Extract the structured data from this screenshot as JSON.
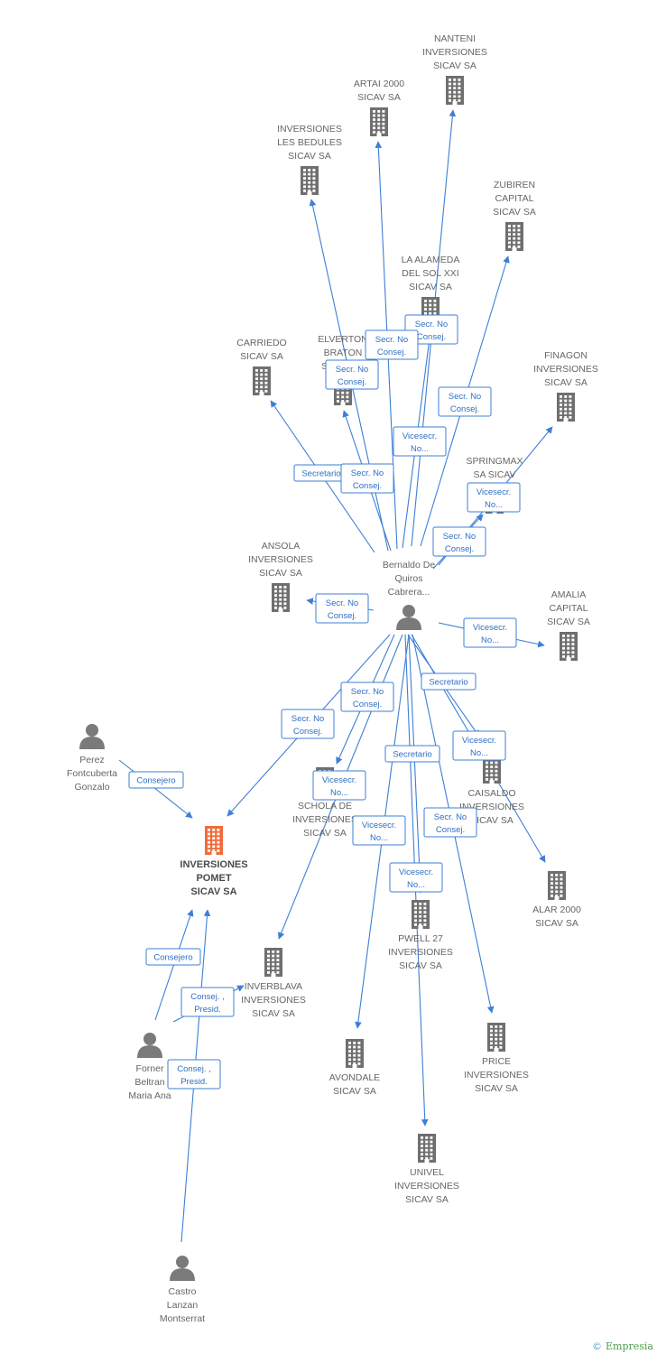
{
  "nodes": [
    {
      "id": "nanteni",
      "type": "company",
      "lines": [
        "NANTENI",
        "INVERSIONES",
        "SICAV SA"
      ]
    },
    {
      "id": "artai",
      "type": "company",
      "lines": [
        "ARTAI 2000",
        "SICAV SA"
      ]
    },
    {
      "id": "bedules",
      "type": "company",
      "lines": [
        "INVERSIONES",
        "LES BEDULES",
        "SICAV SA"
      ]
    },
    {
      "id": "zubiren",
      "type": "company",
      "lines": [
        "ZUBIREN",
        "CAPITAL",
        "SICAV SA"
      ]
    },
    {
      "id": "alameda",
      "type": "company",
      "lines": [
        "LA ALAMEDA",
        "DEL SOL XXI",
        "SICAV SA"
      ]
    },
    {
      "id": "carriedo",
      "type": "company",
      "lines": [
        "CARRIEDO",
        "SICAV SA"
      ]
    },
    {
      "id": "elverton",
      "type": "company",
      "lines": [
        "ELVERTON",
        "BRATON",
        "SICAV SA"
      ]
    },
    {
      "id": "finagon",
      "type": "company",
      "lines": [
        "FINAGON",
        "INVERSIONES",
        "SICAV SA"
      ]
    },
    {
      "id": "springmax",
      "type": "company",
      "lines": [
        "SPRINGMAX",
        "SA SICAV"
      ]
    },
    {
      "id": "ansola",
      "type": "company",
      "lines": [
        "ANSOLA",
        "INVERSIONES",
        "SICAV SA"
      ]
    },
    {
      "id": "bernaldo",
      "type": "person",
      "lines": [
        "Bernaldo De",
        "Quiros",
        "Cabrera..."
      ]
    },
    {
      "id": "amalia",
      "type": "company",
      "lines": [
        "AMALIA",
        "CAPITAL",
        "SICAV SA"
      ]
    },
    {
      "id": "perez",
      "type": "person",
      "lines": [
        "Perez",
        "Fontcuberta",
        "Gonzalo"
      ]
    },
    {
      "id": "pomet",
      "type": "company-main",
      "lines": [
        "INVERSIONES",
        "POMET",
        "SICAV SA"
      ]
    },
    {
      "id": "schola",
      "type": "company",
      "lines": [
        "SCHOLA DE",
        "INVERSIONES",
        "SICAV SA"
      ]
    },
    {
      "id": "caisaldo",
      "type": "company",
      "lines": [
        "CAISALDO",
        "INVERSIONES",
        "SICAV SA"
      ]
    },
    {
      "id": "alar",
      "type": "company",
      "lines": [
        "ALAR 2000",
        "SICAV SA"
      ]
    },
    {
      "id": "pwell",
      "type": "company",
      "lines": [
        "PWELL 27",
        "INVERSIONES",
        "SICAV SA"
      ]
    },
    {
      "id": "inverblava",
      "type": "company",
      "lines": [
        "INVERBLAVA",
        "INVERSIONES",
        "SICAV SA"
      ]
    },
    {
      "id": "forner",
      "type": "person",
      "lines": [
        "Forner",
        "Beltran",
        "Maria Ana"
      ]
    },
    {
      "id": "avondale",
      "type": "company",
      "lines": [
        "AVONDALE",
        "SICAV SA"
      ]
    },
    {
      "id": "price",
      "type": "company",
      "lines": [
        "PRICE",
        "INVERSIONES",
        "SICAV SA"
      ]
    },
    {
      "id": "univel",
      "type": "company",
      "lines": [
        "UNIVEL",
        "INVERSIONES",
        "SICAV SA"
      ]
    },
    {
      "id": "castro",
      "type": "person",
      "lines": [
        "Castro",
        "Lanzan",
        "Montserrat"
      ]
    }
  ],
  "edges": [
    {
      "from": "bernaldo",
      "to": "nanteni",
      "label": [
        "Secr.  No",
        "Consej."
      ]
    },
    {
      "from": "bernaldo",
      "to": "artai",
      "label": [
        "Secr.  No",
        "Consej."
      ]
    },
    {
      "from": "bernaldo",
      "to": "bedules",
      "label": [
        "Secr.  No",
        "Consej."
      ]
    },
    {
      "from": "bernaldo",
      "to": "zubiren",
      "label": [
        "Secr.  No",
        "Consej."
      ]
    },
    {
      "from": "bernaldo",
      "to": "alameda",
      "label": [
        "Vicesecr.",
        "No..."
      ]
    },
    {
      "from": "bernaldo",
      "to": "carriedo",
      "label": [
        "Secretario"
      ]
    },
    {
      "from": "bernaldo",
      "to": "elverton",
      "label": [
        "Secr.  No",
        "Consej."
      ]
    },
    {
      "from": "bernaldo",
      "to": "finagon",
      "label": [
        "Vicesecr.",
        "No..."
      ]
    },
    {
      "from": "bernaldo",
      "to": "springmax",
      "label": [
        "Secr.  No",
        "Consej."
      ]
    },
    {
      "from": "bernaldo",
      "to": "ansola",
      "label": [
        "Secr.  No",
        "Consej."
      ]
    },
    {
      "from": "bernaldo",
      "to": "amalia",
      "label": [
        "Vicesecr.",
        "No..."
      ]
    },
    {
      "from": "bernaldo",
      "to": "pomet",
      "label": [
        "Secr.  No",
        "Consej."
      ]
    },
    {
      "from": "bernaldo",
      "to": "schola",
      "label": [
        "Secr.  No",
        "Consej."
      ]
    },
    {
      "from": "bernaldo",
      "to": "caisaldo",
      "label": [
        "Secretario"
      ]
    },
    {
      "from": "bernaldo",
      "to": "alar",
      "label": [
        "Vicesecr.",
        "No..."
      ]
    },
    {
      "from": "bernaldo",
      "to": "inverblava",
      "label": [
        "Vicesecr.",
        "No..."
      ]
    },
    {
      "from": "bernaldo",
      "to": "avondale",
      "label": [
        "Secretario"
      ]
    },
    {
      "from": "bernaldo",
      "to": "pwell",
      "label": [
        "Vicesecr.",
        "No..."
      ]
    },
    {
      "from": "bernaldo",
      "to": "price",
      "label": [
        "Secr.  No",
        "Consej."
      ]
    },
    {
      "from": "bernaldo",
      "to": "univel",
      "label": [
        "Vicesecr.",
        "No..."
      ]
    },
    {
      "from": "perez",
      "to": "pomet",
      "label": [
        "Consejero"
      ]
    },
    {
      "from": "forner",
      "to": "pomet",
      "label": [
        "Consejero"
      ]
    },
    {
      "from": "forner",
      "to": "inverblava",
      "label": [
        "Consej. ,",
        "Presid."
      ]
    },
    {
      "from": "castro",
      "to": "pomet",
      "label": [
        "Consej. ,",
        "Presid."
      ]
    }
  ],
  "colors": {
    "edge": "#3d7fd6",
    "badge_text": "#2f6fc4",
    "company_icon": "#6f6f6f",
    "main_company_icon": "#f26b3a",
    "person_icon": "#7a7a7a",
    "label": "#666666"
  },
  "footer": {
    "copyright_symbol": "©",
    "brand": "Empresia"
  }
}
